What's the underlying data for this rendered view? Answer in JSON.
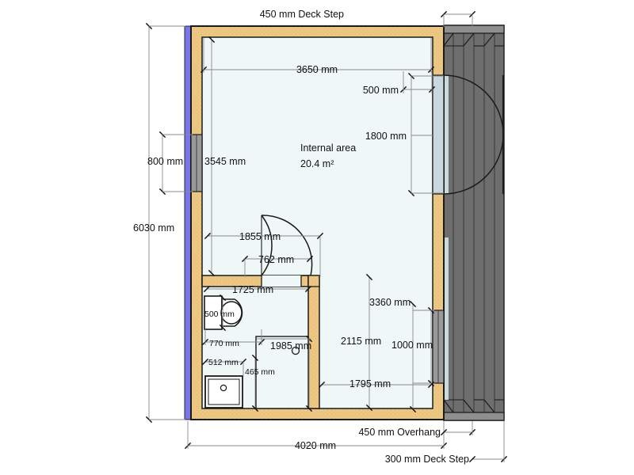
{
  "drawing": {
    "type": "architectural-floor-plan",
    "title": "Internal area",
    "area_value": "20.4 m²",
    "units": "mm"
  },
  "colors": {
    "wall_fill": "#edc784",
    "wall_stroke": "#1a1a1a",
    "interior_fill": "#f0f7f7",
    "deck_fill": "#6e6e6e",
    "deck_fill_dark": "#5a5a5a",
    "deck_top": "#8a8a8a",
    "cladding_blue": "#7b74e8",
    "glazing_gray": "#9a9a9a",
    "dim_line": "#8a8a8a",
    "text": "#111111",
    "background": "#ffffff"
  },
  "dimensions": {
    "deck_step_top": "450 mm Deck Step",
    "top_internal": "3650 mm",
    "top_right_offset": "500 mm",
    "right_door": "1800 mm",
    "left_window": "800 mm",
    "left_internal": "3545 mm",
    "left_overall": "6030 mm",
    "door_offset": "1855 mm",
    "door_width": "762 mm",
    "bathroom_width": "1725 mm",
    "toilet_depth": "500 mm",
    "toilet_width": "770 mm",
    "basin_width": "512 mm",
    "basin_offset": "465 mm",
    "shower_height": "1985 mm",
    "right_lower_wall": "3360 mm",
    "room_height": "2115 mm",
    "right_window": "1000 mm",
    "room_width": "1795 mm",
    "overall_width": "4020 mm",
    "overhang": "450 mm Overhang",
    "deck_step_bottom": "300 mm Deck Step"
  },
  "fixtures": [
    {
      "name": "toilet",
      "label": "toilet-wc"
    },
    {
      "name": "basin",
      "label": "wash-basin"
    },
    {
      "name": "shower",
      "label": "shower-tray"
    }
  ],
  "openings": [
    {
      "name": "entry-doors",
      "label": "double-door-right",
      "swing": "outward"
    },
    {
      "name": "bathroom-door",
      "label": "internal-door",
      "swing": "inward"
    },
    {
      "name": "left-window",
      "label": "window-left-wall"
    },
    {
      "name": "right-window",
      "label": "window-right-wall"
    }
  ]
}
